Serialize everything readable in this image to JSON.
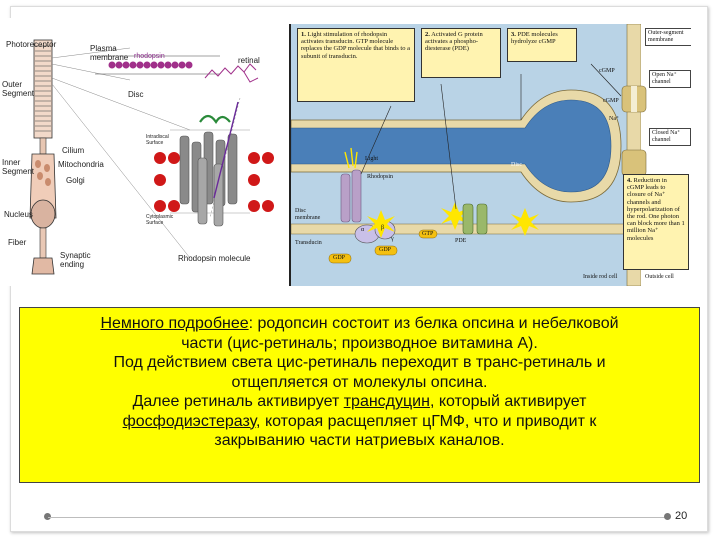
{
  "left_figure": {
    "labels": {
      "photoreceptor": "Photoreceptor",
      "plasma_membrane": "Plasma membrane",
      "rhodopsin": "rhodopsin",
      "retinal": "retinal",
      "outer_segment": "Outer Segment",
      "disc": "Disc",
      "cilium": "Cilium",
      "inner_segment": "Inner Segment",
      "mitochondria": "Mitochondria",
      "golgi": "Golgi",
      "nucleus": "Nucleus",
      "fiber": "Fiber",
      "synaptic_ending": "Synaptic ending",
      "intradiscal_surface": "Intradiscal Surface",
      "cytoplasmic_surface": "Cytoplasmic Surface",
      "rhodopsin_molecule": "Rhodopsin molecule"
    },
    "colors": {
      "dots": "#d01818",
      "rhodopsin_chain": "#a0308a",
      "helices": "#7a7a7a",
      "retinal_ring": "#2a8a3a"
    }
  },
  "right_figure": {
    "callouts": [
      {
        "number": "1.",
        "text": "Light stimulation of rhodopsin activates transducin. GTP molecule replaces the GDP molecule that binds to a subunit of transducin."
      },
      {
        "number": "2.",
        "text": "Activated G protein activates a phospho-diesterase (PDE)"
      },
      {
        "number": "3.",
        "text": "PDE molecules hydrolyze cGMP"
      },
      {
        "number": "4.",
        "text": "Reduction in cGMP leads to closure of Na⁺ channels and hyperpolarization of the rod. One photon can block more than 1 million Na⁺ molecules"
      }
    ],
    "labels": {
      "outer_segment_membrane": "Outer-segment membrane",
      "open_na_channel": "Open Na⁺ channel",
      "closed_na_channel": "Closed Na⁺ channel",
      "cgmp_top": "cGMP",
      "cgmp_mid": "cGMP",
      "na_plus": "Na⁺",
      "disc": "Disc",
      "light": "Light",
      "rhodopsin": "Rhodopsin",
      "disc_membrane": "Disc membrane",
      "transducin": "Transducin",
      "gdp": "GDP",
      "gtp": "GTP",
      "pde": "PDE",
      "inside_rod_cell": "Inside rod cell",
      "outside_cell": "Outside cell",
      "alpha": "α",
      "beta": "β",
      "gamma": "γ"
    },
    "colors": {
      "background": "#b9d3e6",
      "membrane": "#e8d9a8",
      "disc_fill": "#4a7fb8",
      "callout": "#fff3b0",
      "burst": "#ffe600"
    }
  },
  "text_box": {
    "line1_link": "Немного подробнее",
    "line1_rest": ": родопсин состоит из белка опсина и небелковой",
    "line2": "части (цис-ретиналь; производное витамина А).",
    "line3": "Под действием света цис-ретиналь переходит в транс-ретиналь и",
    "line4": "отщепляется от молекулы опсина.",
    "line5_before": "Далее ретиналь активирует ",
    "line5_link": "трансдуцин",
    "line5_after": ", который активирует",
    "line6_link": "фосфодиэстеразу",
    "line6_rest": ", которая расщепляет цГМФ, что и приводит к",
    "line7": "закрыванию части натриевых каналов.",
    "background": "#ffff00"
  },
  "footer": {
    "page_number": "20"
  }
}
